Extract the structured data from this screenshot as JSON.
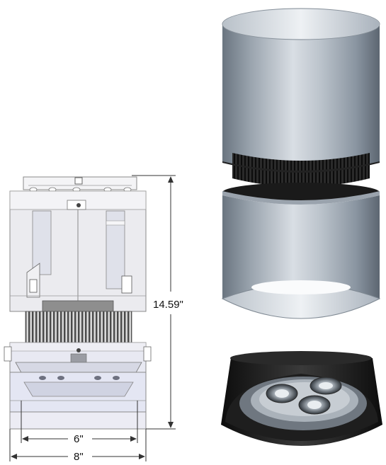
{
  "dimensions": {
    "height_label": "14.59\"",
    "inner_width_label": "6\"",
    "outer_width_label": "8\""
  },
  "colors": {
    "line_art": "#8a8a8a",
    "body_fill": "#e9e9ee",
    "driver_panel": "#dfe1ea",
    "heatsink_fins": "#555555",
    "steel_light": "#d7dde5",
    "steel_dark": "#5f6a77",
    "black_housing": "#1c1c1c"
  },
  "views": [
    "line-drawing-side-view",
    "rendered-luminaire-silver",
    "rendered-luminaire-black-bottom-view"
  ]
}
